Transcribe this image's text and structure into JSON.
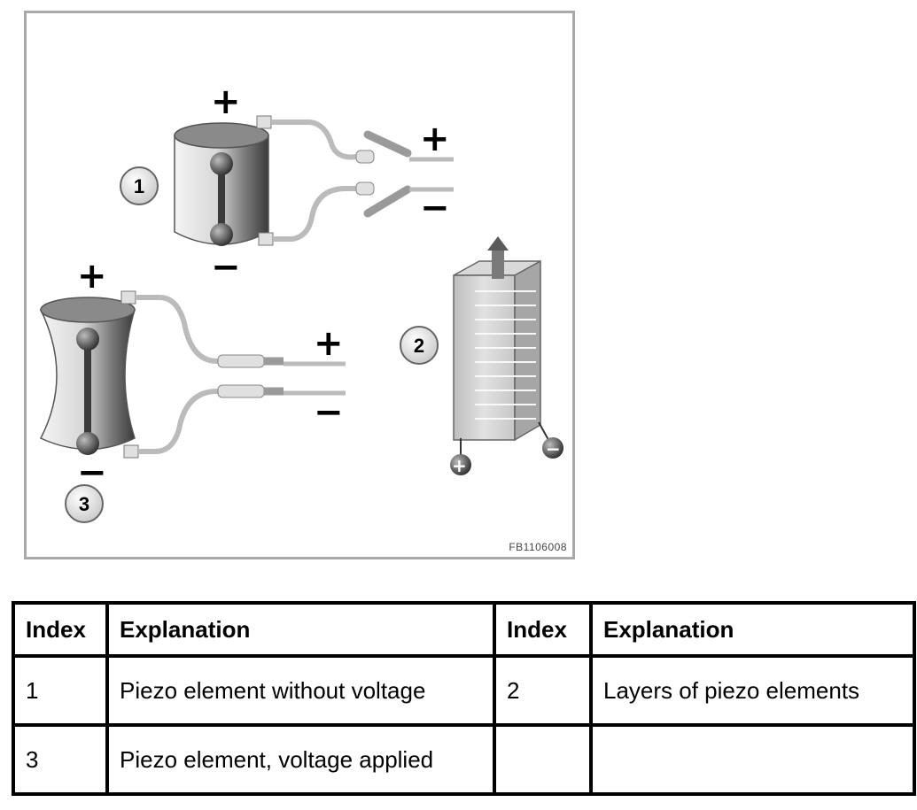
{
  "figure": {
    "ref_code": "FB1106008",
    "callouts": [
      "1",
      "2",
      "3"
    ],
    "signs": {
      "plus": "+",
      "minus": "−"
    }
  },
  "legend": {
    "headers": [
      "Index",
      "Explanation",
      "Index",
      "Explanation"
    ],
    "rows": [
      {
        "index_a": "1",
        "text_a": "Piezo element without voltage",
        "index_b": "2",
        "text_b": "Layers of piezo elements"
      },
      {
        "index_a": "3",
        "text_a": "Piezo element, voltage applied",
        "index_b": "",
        "text_b": ""
      }
    ]
  },
  "colors": {
    "frame": "#a9a9a9",
    "element_dark": "#4a4a4a",
    "element_light": "#e6e6e6"
  }
}
